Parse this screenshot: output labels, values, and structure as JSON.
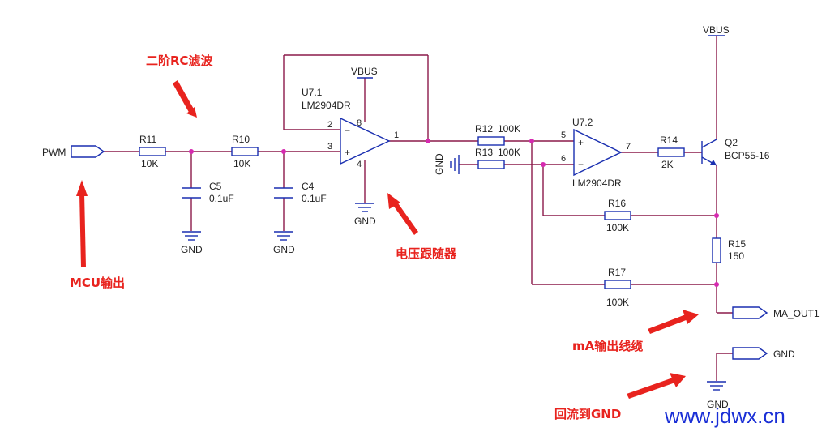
{
  "labels": {
    "pwm": "PWM",
    "r11": "R11",
    "r11_val": "10K",
    "r10": "R10",
    "r10_val": "10K",
    "c5": "C5",
    "c5_val": "0.1uF",
    "c4": "C4",
    "c4_val": "0.1uF",
    "gnd": "GND",
    "vbus": "VBUS",
    "u71": "U7.1",
    "u71_part": "LM2904DR",
    "u72": "U7.2",
    "u72_part": "LM2904DR",
    "r12": "R12",
    "r12_val": "100K",
    "r13": "R13",
    "r13_val": "100K",
    "r14": "R14",
    "r14_val": "2K",
    "r16": "R16",
    "r16_val": "100K",
    "r17": "R17",
    "r17_val": "100K",
    "r15": "R15",
    "r15_val": "150",
    "q2": "Q2",
    "q2_part": "BCP55-16",
    "ma_out": "MA_OUT1",
    "pin1": "1",
    "pin2": "2",
    "pin3": "3",
    "pin4": "4",
    "pin8": "8",
    "pin5": "5",
    "pin6": "6",
    "pin7": "7"
  },
  "annotations": {
    "rc_filter": "二阶RC滤波",
    "mcu_out": "MCU输出",
    "follower": "电压跟随器",
    "ma_cable": "mA输出线缆",
    "return_gnd": "回流到GND"
  },
  "watermark": "www.jdwx.cn",
  "colors": {
    "wire": "#8b1a4a",
    "component": "#1a2fb0",
    "junction": "#d62ab0",
    "annotation": "#e8231e",
    "watermark": "#1a2fd6"
  }
}
